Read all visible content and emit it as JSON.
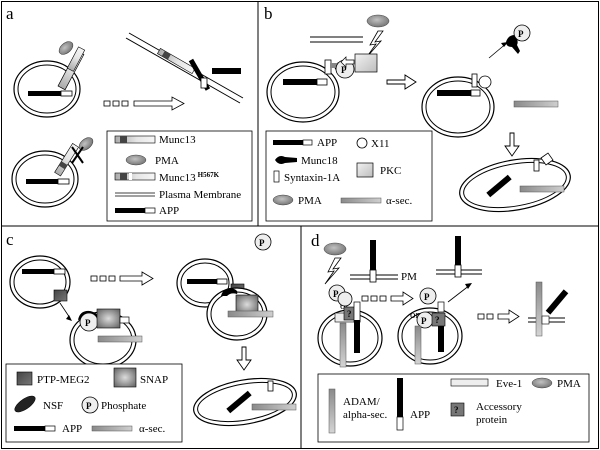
{
  "panels": {
    "a": {
      "letter": "a",
      "legend": {
        "munc13": "Munc13",
        "pma": "PMA",
        "munc13_mut": "Munc13",
        "munc13_mut_sup": "H567K",
        "plasma_membrane": "Plasma Membrane",
        "app": "APP"
      }
    },
    "b": {
      "letter": "b",
      "phospho_symbol": "P",
      "legend": {
        "app": "APP",
        "x11": "X11",
        "munc18": "Munc18",
        "syntaxin": "Syntaxin-1A",
        "pkc": "PKC",
        "pma": "PMA",
        "alpha_sec": "α-sec."
      }
    },
    "c": {
      "letter": "c",
      "phospho_symbol": "P",
      "legend": {
        "ptp": "PTP-MEG2",
        "snap": "SNAP",
        "nsf": "NSF",
        "phosphate": "Phosphate",
        "app": "APP",
        "alpha_sec": "α-sec."
      }
    },
    "d": {
      "letter": "d",
      "phospho_symbol": "P",
      "question_symbol": "?",
      "pm_label": "PM",
      "or_label": "or",
      "legend": {
        "eve1": "Eve-1",
        "pma": "PMA",
        "adam_line1": "ADAM/",
        "adam_line2": "alpha-sec.",
        "app": "APP",
        "accessory_line1": "Accessory",
        "accessory_line2": "protein"
      }
    }
  }
}
